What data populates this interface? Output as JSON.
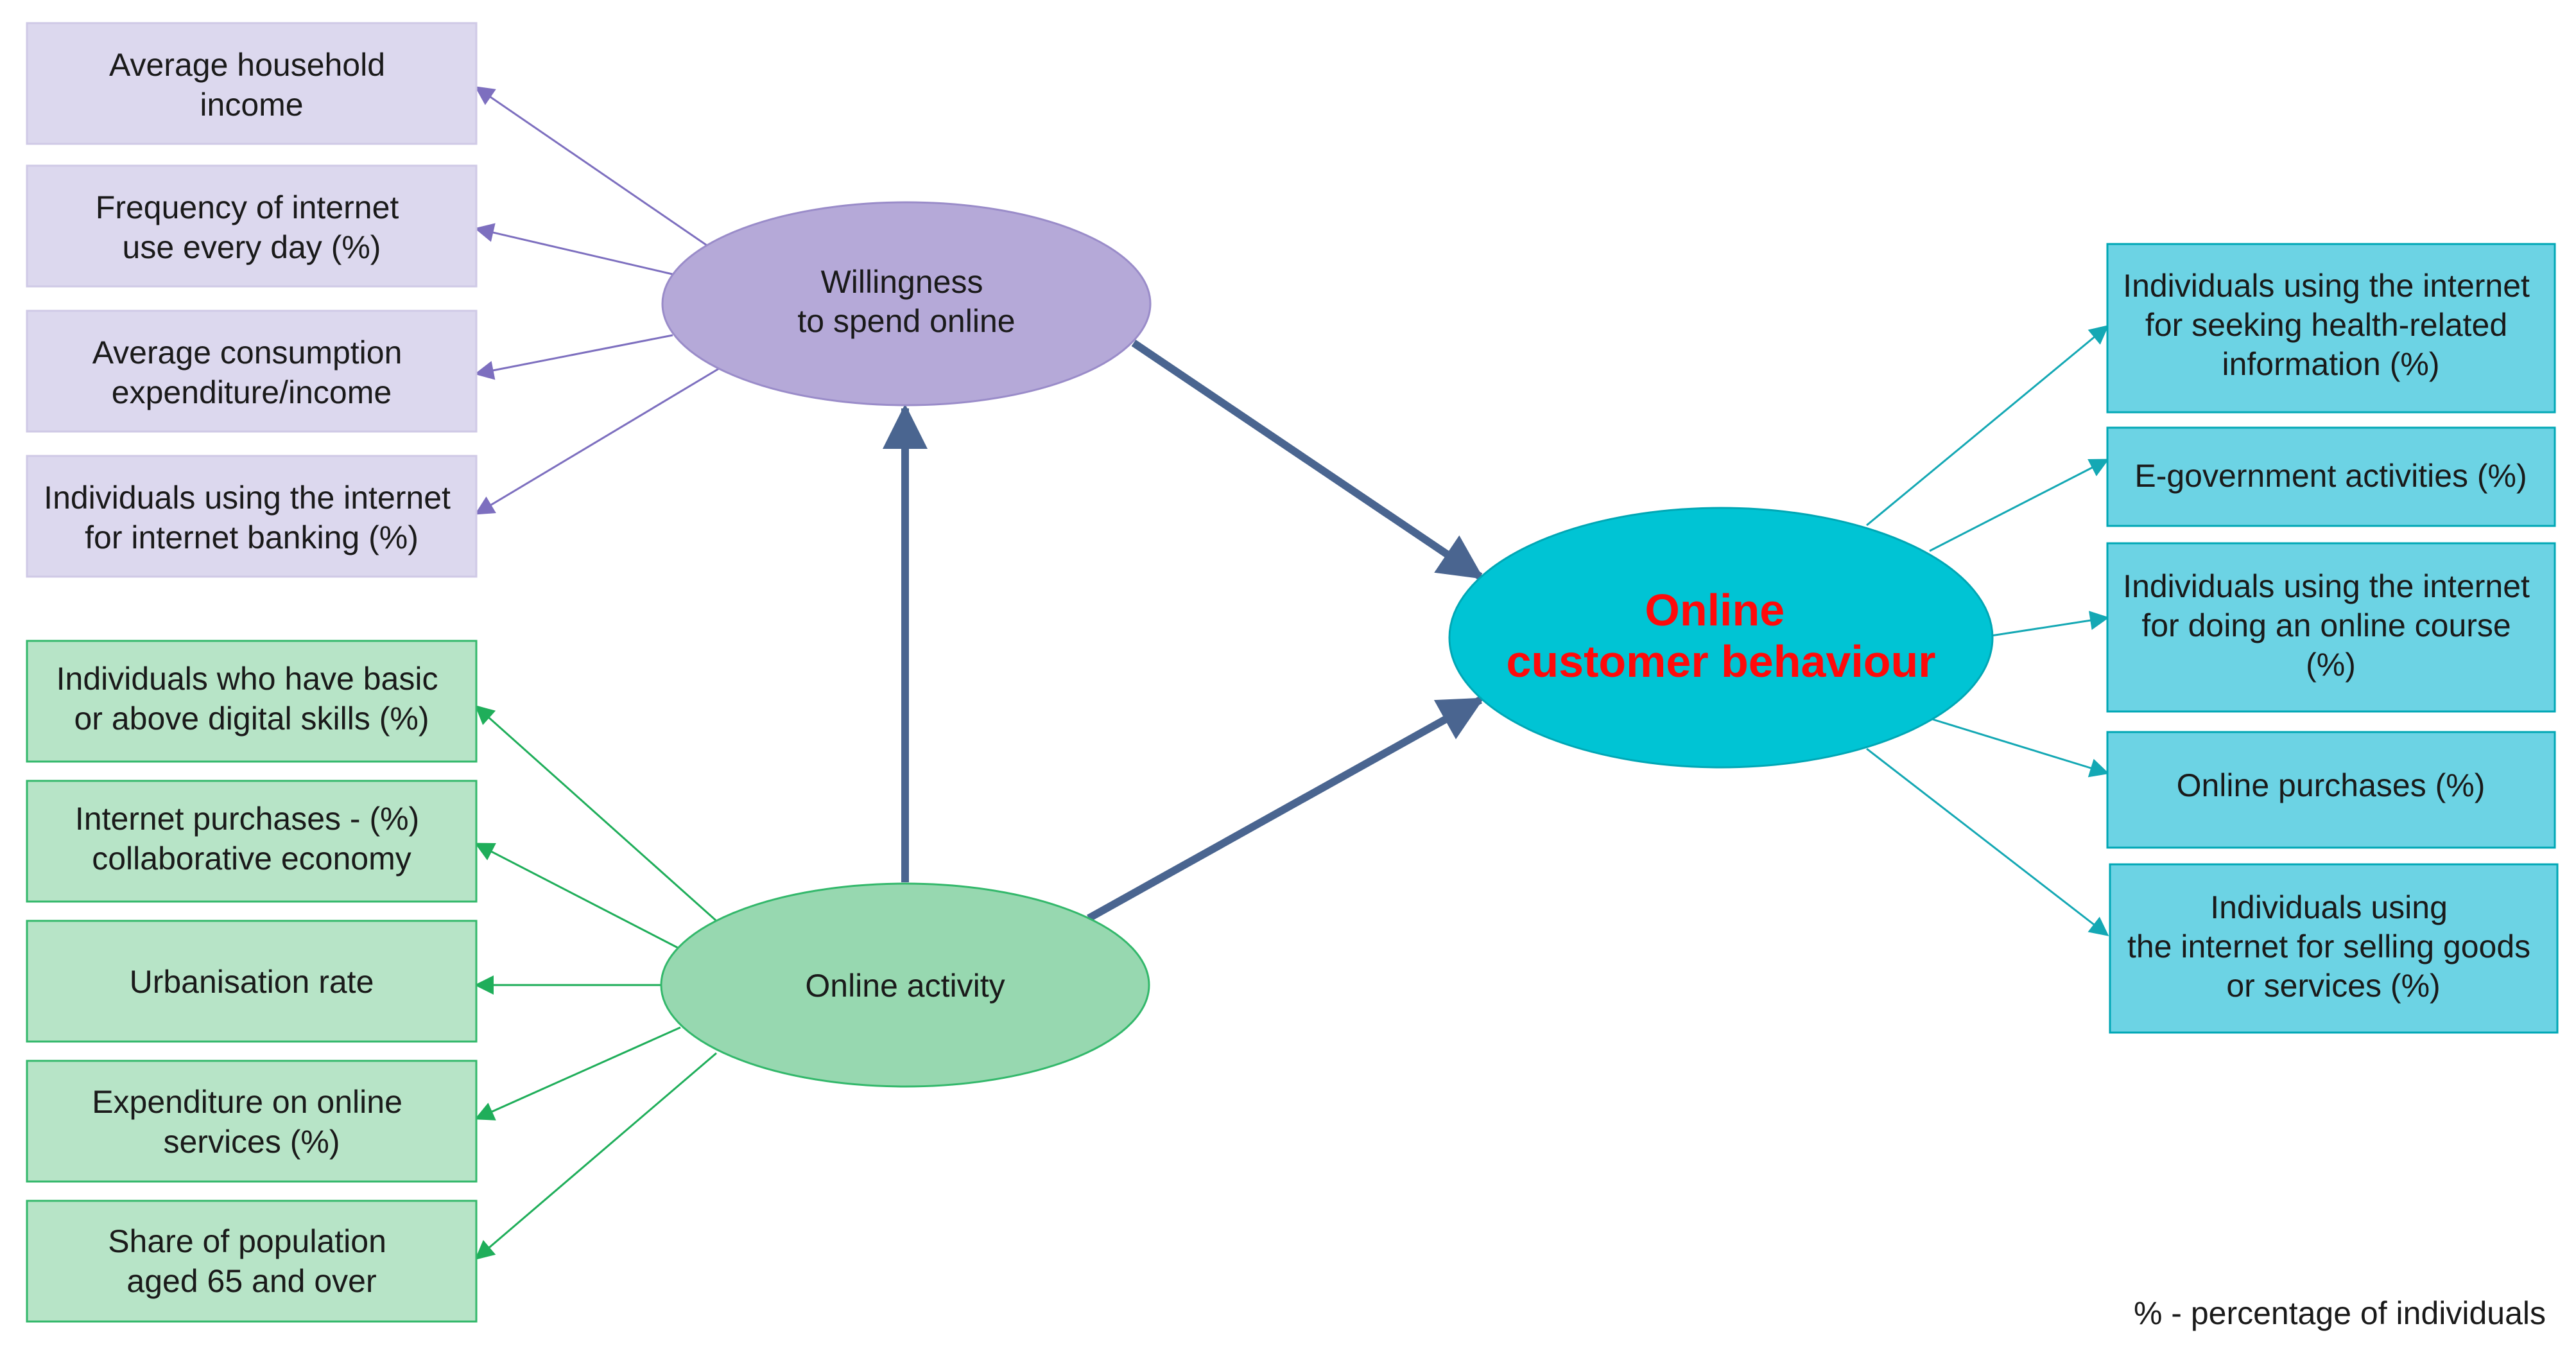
{
  "nodes": {
    "willingness": {
      "lines": [
        "Willingness",
        "to spend online"
      ]
    },
    "activity": {
      "lines": [
        "Online activity"
      ]
    },
    "behaviour": {
      "lines": [
        "Online",
        "customer behaviour"
      ]
    }
  },
  "willingness_indicators": [
    {
      "lines": [
        "Average household",
        "income"
      ]
    },
    {
      "lines": [
        "Frequency of internet",
        "use every day (%)"
      ]
    },
    {
      "lines": [
        "Average consumption",
        "expenditure/income"
      ]
    },
    {
      "lines": [
        "Individuals using the internet",
        "for internet banking (%)"
      ]
    }
  ],
  "activity_indicators": [
    {
      "lines": [
        "Individuals who have basic",
        "or above digital skills (%)"
      ]
    },
    {
      "lines": [
        "Internet purchases - (%)",
        "collaborative economy"
      ]
    },
    {
      "lines": [
        "Urbanisation rate"
      ]
    },
    {
      "lines": [
        "Expenditure on online",
        "services (%)"
      ]
    },
    {
      "lines": [
        "Share of population",
        "aged 65 and over"
      ]
    }
  ],
  "behaviour_indicators": [
    {
      "lines": [
        "Individuals using the internet",
        "for seeking health-related",
        "information (%)"
      ]
    },
    {
      "lines": [
        "E-government activities (%)"
      ]
    },
    {
      "lines": [
        "Individuals using the internet",
        "for doing an online course",
        "(%)"
      ]
    },
    {
      "lines": [
        "Online purchases (%)"
      ]
    },
    {
      "lines": [
        "Individuals using",
        "the internet for selling goods",
        "or services (%)"
      ]
    }
  ],
  "footnote": "% - percentage of individuals",
  "colors": {
    "purple_fill": "#b5a9d8",
    "purple_stroke": "#9a8cc9",
    "purple_box": "#dcd8ee",
    "purple_arrow": "#7d6fbf",
    "green_fill": "#97d8b0",
    "green_stroke": "#33b86b",
    "green_box": "#b7e4c7",
    "green_arrow": "#1fae5a",
    "cyan_fill": "#00c4d4",
    "cyan_stroke": "#00a7b5",
    "cyan_box": "#6cd3e4",
    "cyan_arrow": "#14a8b4",
    "main_arrow": "#4a6590",
    "main_text": "#ff0a0a"
  }
}
